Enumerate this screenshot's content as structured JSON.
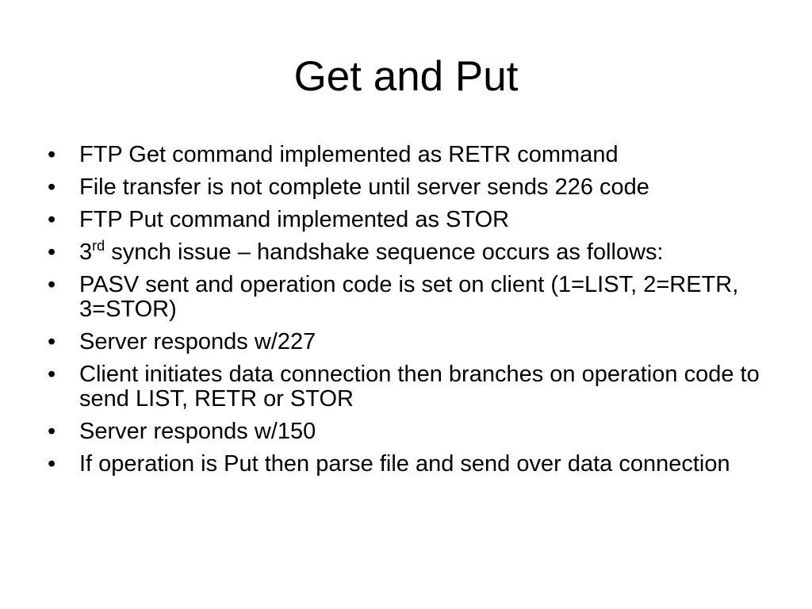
{
  "slide": {
    "title": "Get and Put",
    "bullet_glyph": "•",
    "bullets": [
      "FTP Get command implemented as RETR command",
      "File transfer is not complete until server sends 226 code",
      "FTP Put command implemented as STOR",
      {
        "prefix": "3",
        "superscript": "rd",
        "text": " synch issue – handshake sequence occurs as follows:"
      },
      "PASV sent and operation code is set on client (1=LIST, 2=RETR, 3=STOR)",
      "Server responds w/227",
      "Client initiates data connection then branches on operation code to send LIST, RETR or STOR",
      "Server responds w/150",
      "If operation is Put then parse file and send over data connection"
    ]
  }
}
